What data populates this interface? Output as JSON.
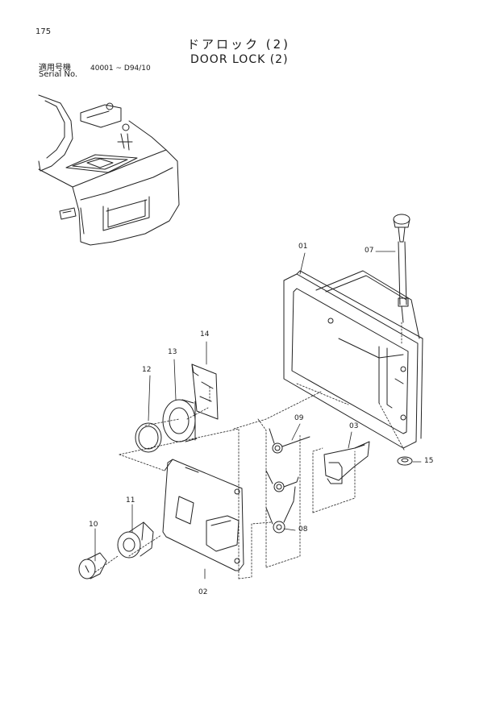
{
  "page": {
    "number": "175"
  },
  "title": {
    "japanese": "ドアロック (2)",
    "english": "DOOR LOCK (2)"
  },
  "serial": {
    "label_jp": "適用号機",
    "label_en": "Serial No.",
    "range": "40001 ~ D94/10"
  },
  "parts": [
    {
      "id": "p01",
      "label": "01"
    },
    {
      "id": "p02",
      "label": "02"
    },
    {
      "id": "p03",
      "label": "03"
    },
    {
      "id": "p07",
      "label": "07"
    },
    {
      "id": "p08",
      "label": "08"
    },
    {
      "id": "p09",
      "label": "09"
    },
    {
      "id": "p10",
      "label": "10"
    },
    {
      "id": "p11",
      "label": "11"
    },
    {
      "id": "p12",
      "label": "12"
    },
    {
      "id": "p13",
      "label": "13"
    },
    {
      "id": "p14",
      "label": "14"
    },
    {
      "id": "p15",
      "label": "15"
    }
  ]
}
